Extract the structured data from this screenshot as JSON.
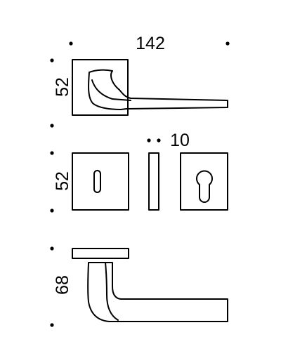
{
  "dimensions": {
    "overall_width": "142",
    "rose_height": "52",
    "escutcheon_height": "52",
    "thickness": "10",
    "lever_height": "68"
  }
}
